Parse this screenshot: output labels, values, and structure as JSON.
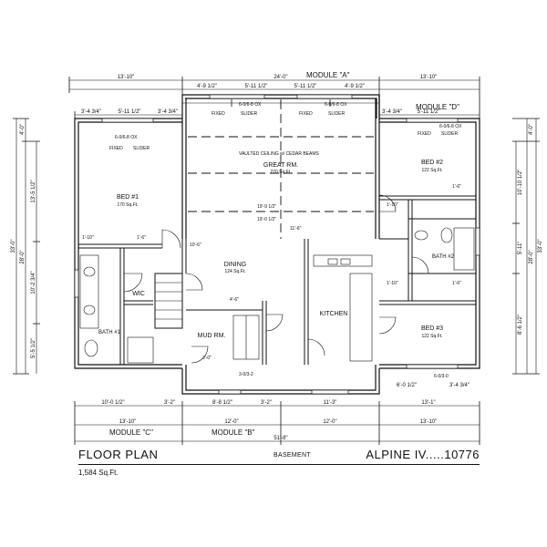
{
  "title": {
    "left": "FLOOR PLAN",
    "center": "BASEMENT",
    "right": "ALPINE IV.....10776",
    "area": "1,584 Sq.Ft."
  },
  "modules": {
    "a": "MODULE \"A\"",
    "b": "MODULE \"B\"",
    "c": "MODULE \"C\"",
    "d": "MODULE \"D\""
  },
  "rooms": {
    "great": {
      "name": "GREAT RM.",
      "area": "270 Sq.Ft."
    },
    "bed1": {
      "name": "BED #1",
      "area": "170 Sq.Ft."
    },
    "bed2": {
      "name": "BED #2",
      "area": "122 Sq.Ft."
    },
    "bed3": {
      "name": "BED #3",
      "area": "122 Sq.Ft."
    },
    "dining": {
      "name": "DINING",
      "area": "124 Sq.Ft."
    },
    "kitchen": {
      "name": "KITCHEN"
    },
    "bath1": {
      "name": "BATH #1"
    },
    "bath2": {
      "name": "BATH #2"
    },
    "mud": {
      "name": "MUD RM."
    },
    "wic": {
      "name": "WIC"
    }
  },
  "notes": {
    "vaulted": "VAULTED CEILING w/ CEDAR BEAMS",
    "dim_19_9": "19'-9 1/2\"",
    "dim_19_0": "19'-0 1/2\"",
    "fixed": "FIXED",
    "slider": "SLIDER",
    "window_68": "6-0/6-8 OX",
    "window_60": "6-0/3-0",
    "window_30": "3-0/3-2"
  },
  "dimensions": {
    "top_overall": "24'-0\"",
    "top_left": "13'-10\"",
    "top_right": "13'-10\"",
    "top_seg1": "4'-9 1/2\"",
    "top_seg2": "5'-11 1/2\"",
    "top_seg3": "5'-11 1/2\"",
    "top_seg4": "4'-9 1/2\"",
    "top_d1": "5'-11 1/2\"",
    "top_d2": "3'-4 3/4\"",
    "top_c1": "3'-4 3/4\"",
    "top_c2": "5'-11 1/2\"",
    "top_c3": "3'-4 3/4\"",
    "bot_overall": "51'-8\"",
    "bot_c": "13'-10\"",
    "bot_b1": "12'-0\"",
    "bot_b2": "12'-0\"",
    "bot_d": "13'-10\"",
    "bot_s1": "10'-0 1/2\"",
    "bot_s2": "3'-2\"",
    "bot_s3": "8'-8 1/2\"",
    "bot_s4": "3'-2\"",
    "bot_s5": "11'-3\"",
    "bot_s6": "13'-1\"",
    "bot_s7": "6'-0 1/2\"",
    "bot_s8": "3'-4 3/4\"",
    "left_overall": "33'-0\"",
    "left_a": "28'-0\"",
    "left_b": "4'-0\"",
    "left_c": "13'-5 1/2\"",
    "left_d": "10'-2 3/4\"",
    "left_e": "5'-5 1/2\"",
    "right_overall": "33'-0\"",
    "right_a": "28'-0\"",
    "right_b": "4'-0\"",
    "right_c": "10'-10 1/2\"",
    "right_d": "5'-11\"",
    "right_e": "8'-6 1/2\""
  }
}
